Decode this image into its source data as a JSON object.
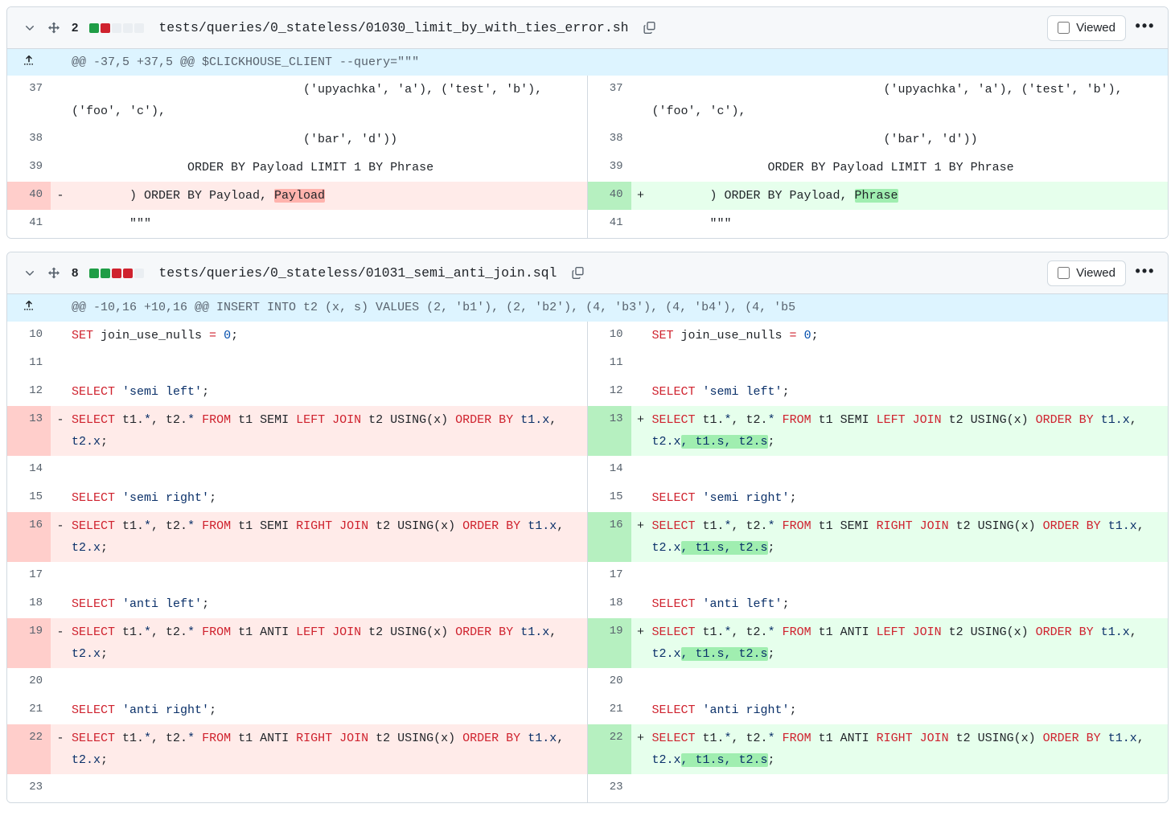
{
  "theme": {
    "add_color": "#1f9d46",
    "del_color": "#cf222e",
    "neutral_color": "#eaeef2",
    "add_row_bg": "#e6ffec",
    "del_row_bg": "#ffebe9",
    "hunk_bg": "#ddf4ff",
    "keyword_color": "#cf222e",
    "string_color": "#0a3069"
  },
  "files": [
    {
      "change_count": "2",
      "diffstat": [
        "add",
        "del",
        "none",
        "none",
        "none"
      ],
      "path": "tests/queries/0_stateless/01030_limit_by_with_ties_error.sh",
      "viewed_label": "Viewed",
      "viewed_checked": false,
      "menu_label": "•••",
      "hunk_header": "@@ -37,5 +37,5 @@ $CLICKHOUSE_CLIENT --query=\"\"\"",
      "rows": [
        {
          "type": "ctx",
          "left_num": "37",
          "left_sign": "",
          "left_code": "                                ('upyachka', 'a'), ('test', 'b'), ('foo', 'c'),",
          "right_num": "37",
          "right_sign": "",
          "right_code": "                                ('upyachka', 'a'), ('test', 'b'), ('foo', 'c'),"
        },
        {
          "type": "ctx",
          "left_num": "38",
          "left_sign": "",
          "left_code": "                                ('bar', 'd'))",
          "right_num": "38",
          "right_sign": "",
          "right_code": "                                ('bar', 'd'))"
        },
        {
          "type": "ctx",
          "left_num": "39",
          "left_sign": "",
          "left_code": "                ORDER BY Payload LIMIT 1 BY Phrase",
          "right_num": "39",
          "right_sign": "",
          "right_code": "                ORDER BY Payload LIMIT 1 BY Phrase"
        },
        {
          "type": "change",
          "left_num": "40",
          "left_sign": "-",
          "left_code_pre": "        ) ORDER BY Payload, ",
          "left_code_hl": "Payload",
          "left_code_post": "",
          "right_num": "40",
          "right_sign": "+",
          "right_code_pre": "        ) ORDER BY Payload, ",
          "right_code_hl": "Phrase",
          "right_code_post": ""
        },
        {
          "type": "ctx",
          "left_num": "41",
          "left_sign": "",
          "left_code": "        \"\"\"",
          "right_num": "41",
          "right_sign": "",
          "right_code": "        \"\"\""
        }
      ]
    },
    {
      "change_count": "8",
      "diffstat": [
        "add",
        "add",
        "del",
        "del",
        "none"
      ],
      "path": "tests/queries/0_stateless/01031_semi_anti_join.sql",
      "viewed_label": "Viewed",
      "viewed_checked": false,
      "menu_label": "•••",
      "hunk_header": "@@ -10,16 +10,16 @@ INSERT INTO t2 (x, s) VALUES (2, 'b1'), (2, 'b2'), (4, 'b3'), (4, 'b4'), (4, 'b5",
      "rows": [
        {
          "type": "ctx-sql-set",
          "left_num": "10",
          "right_num": "10",
          "code_tokens": [
            {
              "t": "SET",
              "c": "k"
            },
            {
              "t": " join_use_nulls ",
              "c": "pl"
            },
            {
              "t": "=",
              "c": "k"
            },
            {
              "t": " ",
              "c": "pl"
            },
            {
              "t": "0",
              "c": "n"
            },
            {
              "t": ";",
              "c": "pl"
            }
          ]
        },
        {
          "type": "ctx-blank",
          "left_num": "11",
          "right_num": "11"
        },
        {
          "type": "ctx-select-str",
          "left_num": "12",
          "right_num": "12",
          "code_tokens": [
            {
              "t": "SELECT",
              "c": "k"
            },
            {
              "t": " ",
              "c": "pl"
            },
            {
              "t": "'semi left'",
              "c": "s"
            },
            {
              "t": ";",
              "c": "pl"
            }
          ]
        },
        {
          "type": "change-join",
          "left_num": "13",
          "right_num": "13",
          "join_kind": "SEMI",
          "join_dir": "LEFT"
        },
        {
          "type": "ctx-blank",
          "left_num": "14",
          "right_num": "14"
        },
        {
          "type": "ctx-select-str",
          "left_num": "15",
          "right_num": "15",
          "code_tokens": [
            {
              "t": "SELECT",
              "c": "k"
            },
            {
              "t": " ",
              "c": "pl"
            },
            {
              "t": "'semi right'",
              "c": "s"
            },
            {
              "t": ";",
              "c": "pl"
            }
          ]
        },
        {
          "type": "change-join",
          "left_num": "16",
          "right_num": "16",
          "join_kind": "SEMI",
          "join_dir": "RIGHT"
        },
        {
          "type": "ctx-blank",
          "left_num": "17",
          "right_num": "17"
        },
        {
          "type": "ctx-select-str",
          "left_num": "18",
          "right_num": "18",
          "code_tokens": [
            {
              "t": "SELECT",
              "c": "k"
            },
            {
              "t": " ",
              "c": "pl"
            },
            {
              "t": "'anti left'",
              "c": "s"
            },
            {
              "t": ";",
              "c": "pl"
            }
          ]
        },
        {
          "type": "change-join",
          "left_num": "19",
          "right_num": "19",
          "join_kind": "ANTI",
          "join_dir": "LEFT"
        },
        {
          "type": "ctx-blank",
          "left_num": "20",
          "right_num": "20"
        },
        {
          "type": "ctx-select-str",
          "left_num": "21",
          "right_num": "21",
          "code_tokens": [
            {
              "t": "SELECT",
              "c": "k"
            },
            {
              "t": " ",
              "c": "pl"
            },
            {
              "t": "'anti right'",
              "c": "s"
            },
            {
              "t": ";",
              "c": "pl"
            }
          ]
        },
        {
          "type": "change-join",
          "left_num": "22",
          "right_num": "22",
          "join_kind": "ANTI",
          "join_dir": "RIGHT"
        },
        {
          "type": "ctx-blank",
          "left_num": "23",
          "right_num": "23"
        }
      ]
    }
  ],
  "join_line": {
    "removed_suffix": "t2.x;",
    "added_suffix_plain": "t2.x",
    "added_suffix_hl": ", t1.s, t2.s",
    "added_suffix_tail": ";"
  }
}
